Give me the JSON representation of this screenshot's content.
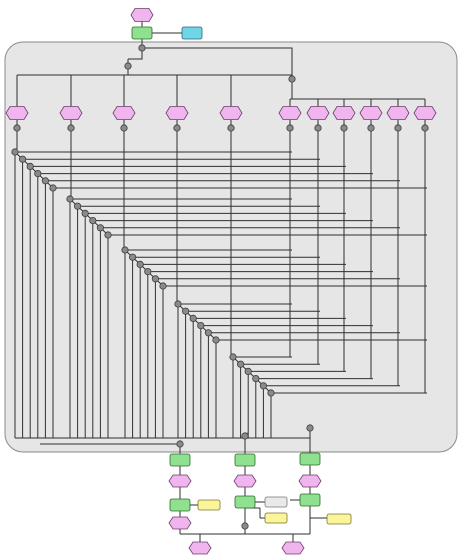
{
  "diagram": {
    "type": "event-driven process chain",
    "colors": {
      "lane": "#e6e6e6",
      "event": "#f0b4ee",
      "function": "#8fe08f",
      "information_object": "#6fd6e8",
      "note": "#fbf59a",
      "connector": "#8a8a8a",
      "line": "#2f2f2f"
    },
    "top_events": 5,
    "right_events": 6,
    "staircase_groups": 5,
    "connectors_per_group": 6,
    "bottom_branches": 3
  }
}
